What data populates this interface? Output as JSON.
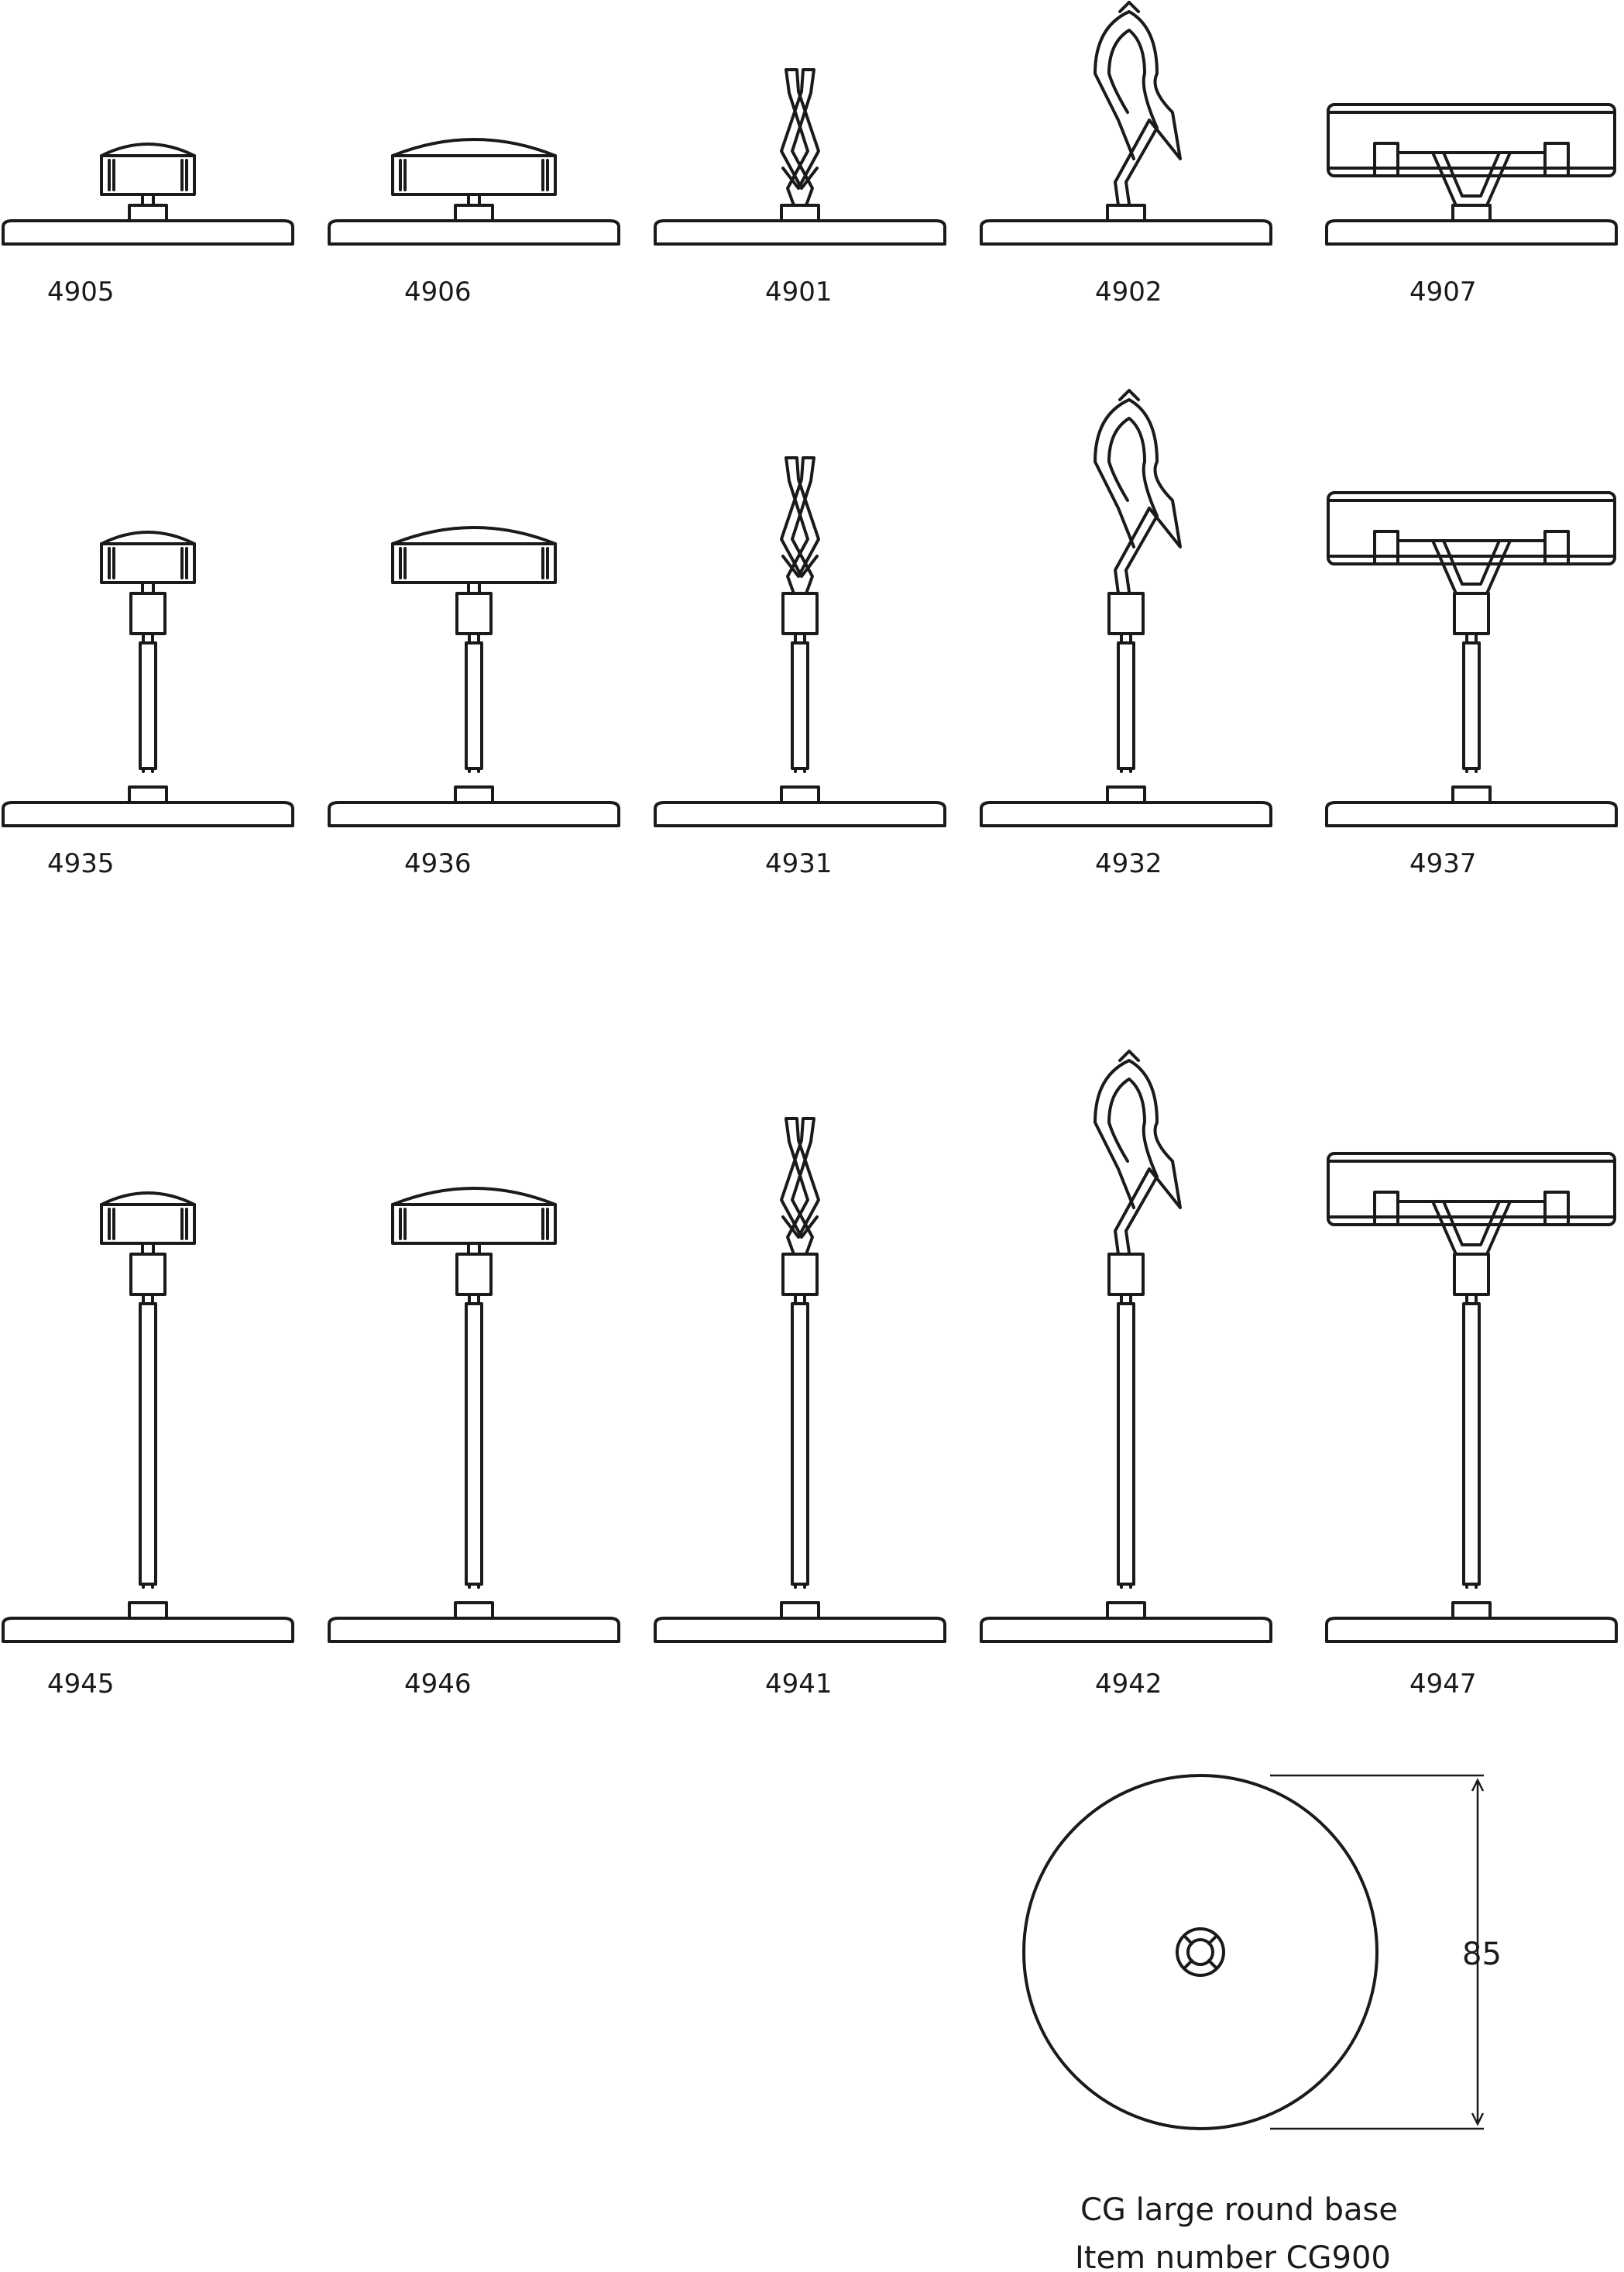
{
  "rows": [
    {
      "items": [
        {
          "code": "4905",
          "head": "small-sign-clip"
        },
        {
          "code": "4906",
          "head": "wide-sign-clip"
        },
        {
          "code": "4901",
          "head": "small-spring-clip"
        },
        {
          "code": "4902",
          "head": "large-spring-clip"
        },
        {
          "code": "4907",
          "head": "rail-clip"
        }
      ]
    },
    {
      "items": [
        {
          "code": "4935",
          "head": "small-sign-clip"
        },
        {
          "code": "4936",
          "head": "wide-sign-clip"
        },
        {
          "code": "4931",
          "head": "small-spring-clip"
        },
        {
          "code": "4932",
          "head": "large-spring-clip"
        },
        {
          "code": "4937",
          "head": "rail-clip"
        }
      ]
    },
    {
      "items": [
        {
          "code": "4945",
          "head": "small-sign-clip"
        },
        {
          "code": "4946",
          "head": "wide-sign-clip"
        },
        {
          "code": "4941",
          "head": "small-spring-clip"
        },
        {
          "code": "4942",
          "head": "large-spring-clip"
        },
        {
          "code": "4947",
          "head": "rail-clip"
        }
      ]
    }
  ],
  "round_base": {
    "dimension": "85",
    "caption_line1": "CG large round base",
    "caption_line2": "Item number CG900"
  }
}
